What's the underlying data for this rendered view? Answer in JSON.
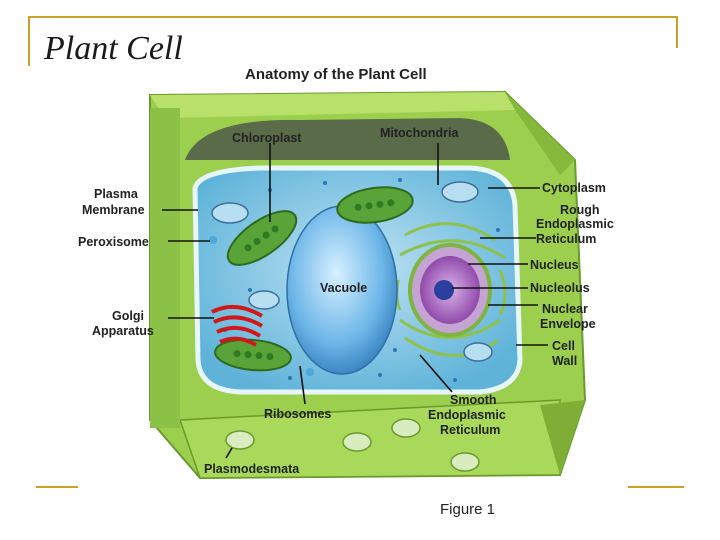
{
  "slide": {
    "title": "Plant Cell"
  },
  "figure": {
    "title": "Anatomy of the Plant Cell",
    "caption": "Figure 1",
    "labels": {
      "chloroplast": "Chloroplast",
      "mitochondria": "Mitochondria",
      "cytoplasm": "Cytoplasm",
      "plasma_membrane": [
        "Plasma",
        "Membrane"
      ],
      "rough_er": [
        "Rough",
        "Endoplasmic",
        "Reticulum"
      ],
      "peroxisome": "Peroxisome",
      "vacuole": "Vacuole",
      "nucleus": "Nucleus",
      "nucleolus": "Nucleolus",
      "nuclear_envelope": [
        "Nuclear",
        "Envelope"
      ],
      "golgi": [
        "Golgi",
        "Apparatus"
      ],
      "cell_wall": [
        "Cell",
        "Wall"
      ],
      "ribosomes": "Ribosomes",
      "smooth_er": [
        "Smooth",
        "Endoplasmic",
        "Reticulum"
      ],
      "plasmodesmata": "Plasmodesmata"
    }
  }
}
